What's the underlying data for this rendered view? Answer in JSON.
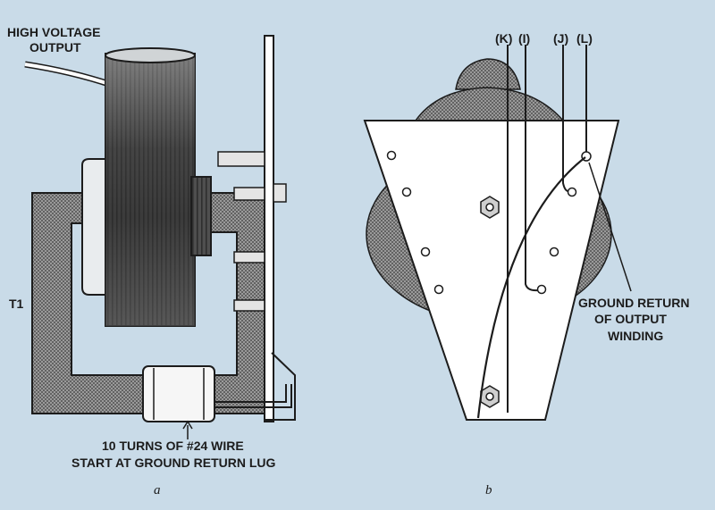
{
  "figure_a": {
    "labels": {
      "hv_line1": "HIGH VOLTAGE",
      "hv_line2": "OUTPUT",
      "t1": "T1",
      "turns_line1": "10 TURNS OF #24 WIRE",
      "turns_line2": "START AT GROUND RETURN LUG"
    },
    "caption": "a"
  },
  "figure_b": {
    "pins": [
      "(K)",
      "(I)",
      "(J)",
      "(L)"
    ],
    "labels": {
      "gr_line1": "GROUND RETURN",
      "gr_line2": "OF OUTPUT",
      "gr_line3": "WINDING"
    },
    "caption": "b"
  },
  "colors": {
    "background": "#c9dbe8",
    "ink": "#1c1c1c",
    "core": "#4a4a4a",
    "plate": "#ffffff"
  }
}
